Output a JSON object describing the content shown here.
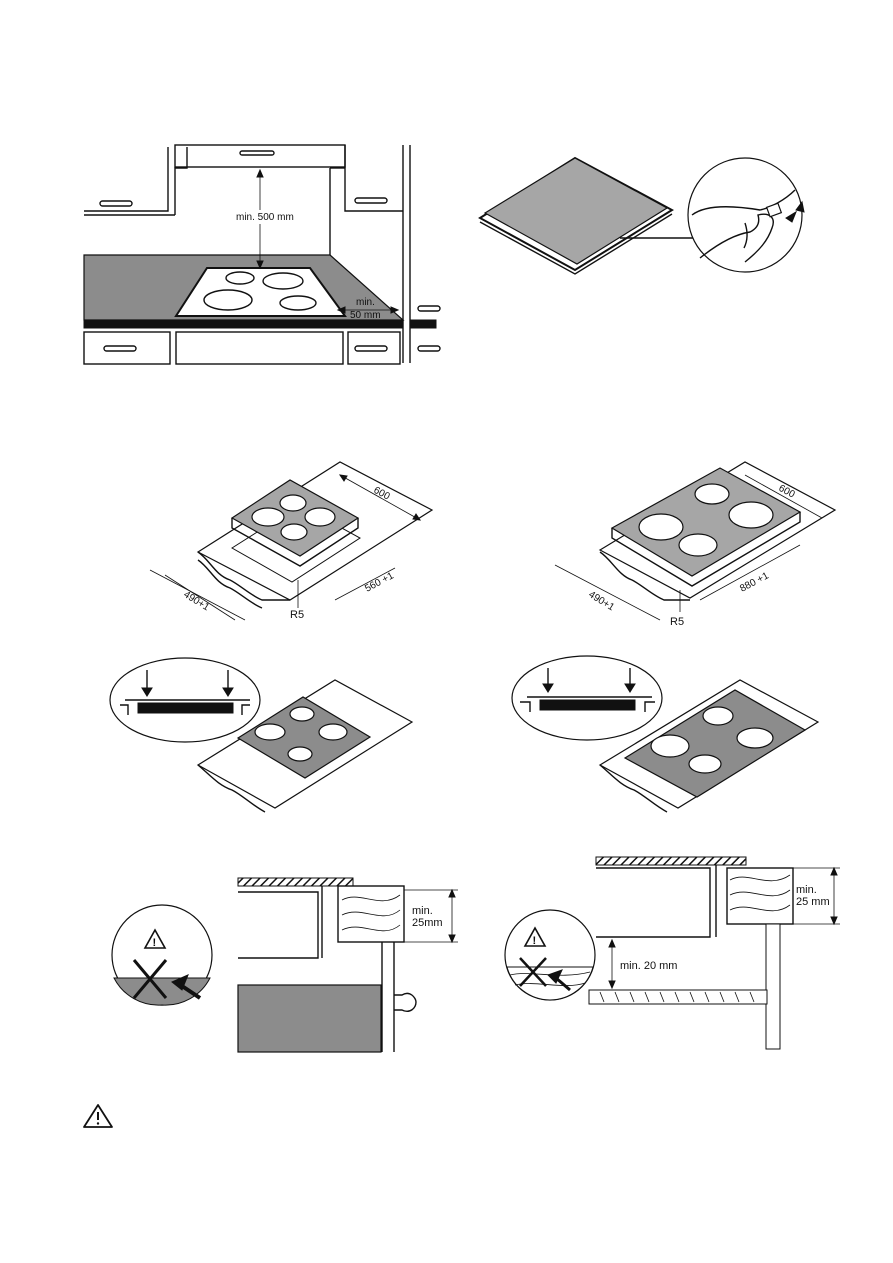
{
  "figures": {
    "kitchen": {
      "dim_top": "min. 500 mm",
      "dim_side_1": "min.",
      "dim_side_2": "50 mm"
    },
    "hob60": {
      "width": "600",
      "depth": "490+1",
      "length": "560 +1",
      "radius": "R5"
    },
    "hob90": {
      "width": "600",
      "depth": "490+1",
      "length": "880 +1",
      "radius": "R5"
    },
    "section_left": {
      "clearance_1": "min.",
      "clearance_2": "25mm"
    },
    "section_right": {
      "clearance_1": "min.",
      "clearance_2": "25 mm",
      "gap": "min. 20 mm"
    }
  },
  "icons": [
    "warning-icon",
    "cross-icon",
    "arrow-icon"
  ]
}
